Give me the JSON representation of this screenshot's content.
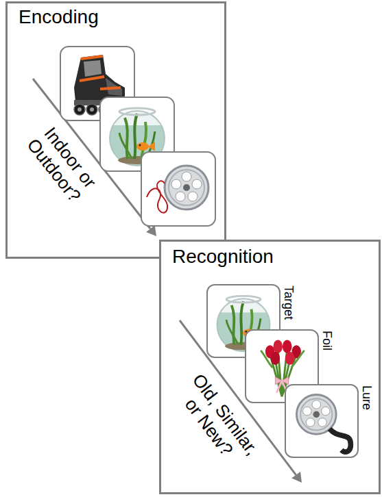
{
  "diagram": {
    "nodes": [
      {
        "text": [
          "Encoding",
          "Indoor or Outdoor?"
        ]
      },
      {
        "text": [
          "Recognition",
          "Old, Similar, or New?"
        ]
      },
      {
        "text": [
          "Target"
        ],
        "in": 1
      },
      {
        "text": [
          "Foil"
        ],
        "in": 1
      },
      {
        "text": [
          "Lure"
        ],
        "in": 1
      }
    ]
  }
}
